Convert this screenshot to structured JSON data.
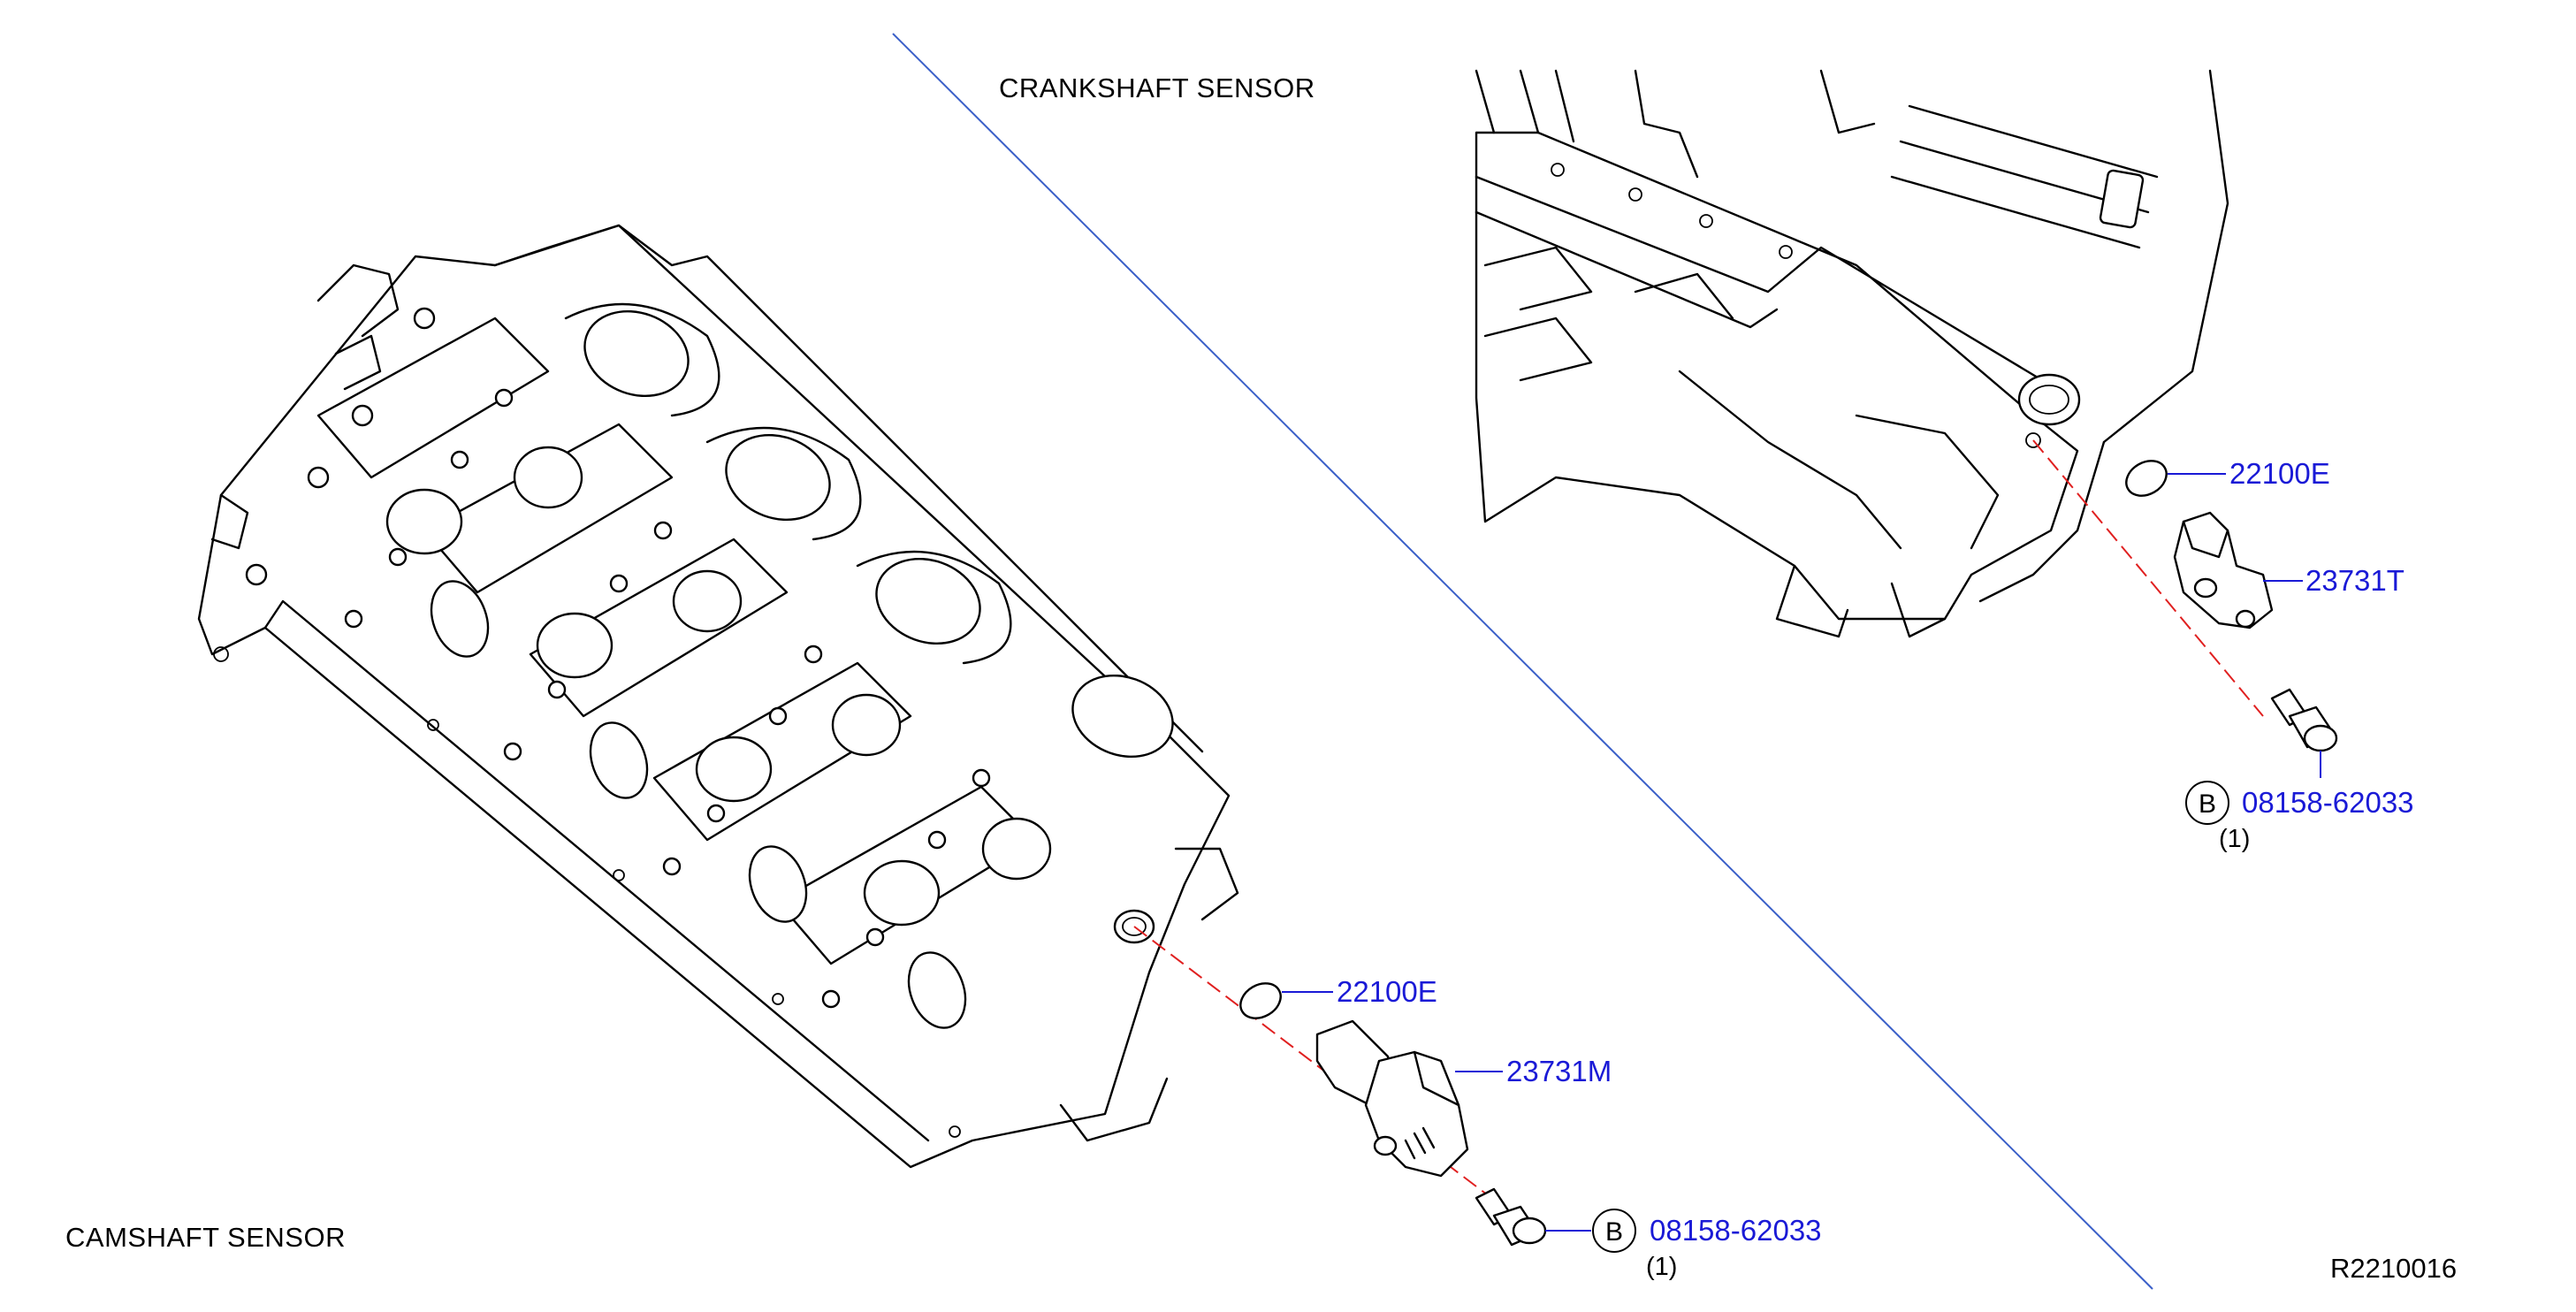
{
  "diagram": {
    "sections": {
      "crankshaft": "CRANKSHAFT   SENSOR",
      "camshaft": "CAMSHAFT   SENSOR"
    },
    "crankshaft_parts": {
      "oring": "22100E",
      "sensor": "23731T",
      "bolt": "08158-62033",
      "bolt_qty": "(1)",
      "bolt_symbol": "B"
    },
    "camshaft_parts": {
      "oring": "22100E",
      "sensor": "23731M",
      "bolt": "08158-62033",
      "bolt_qty": "(1)",
      "bolt_symbol": "B"
    },
    "reference": "R2210016",
    "colors": {
      "callout": "#1a1ad6",
      "divider": "#3a5fc8",
      "centerline": "#e02020",
      "ink": "#000000"
    }
  }
}
